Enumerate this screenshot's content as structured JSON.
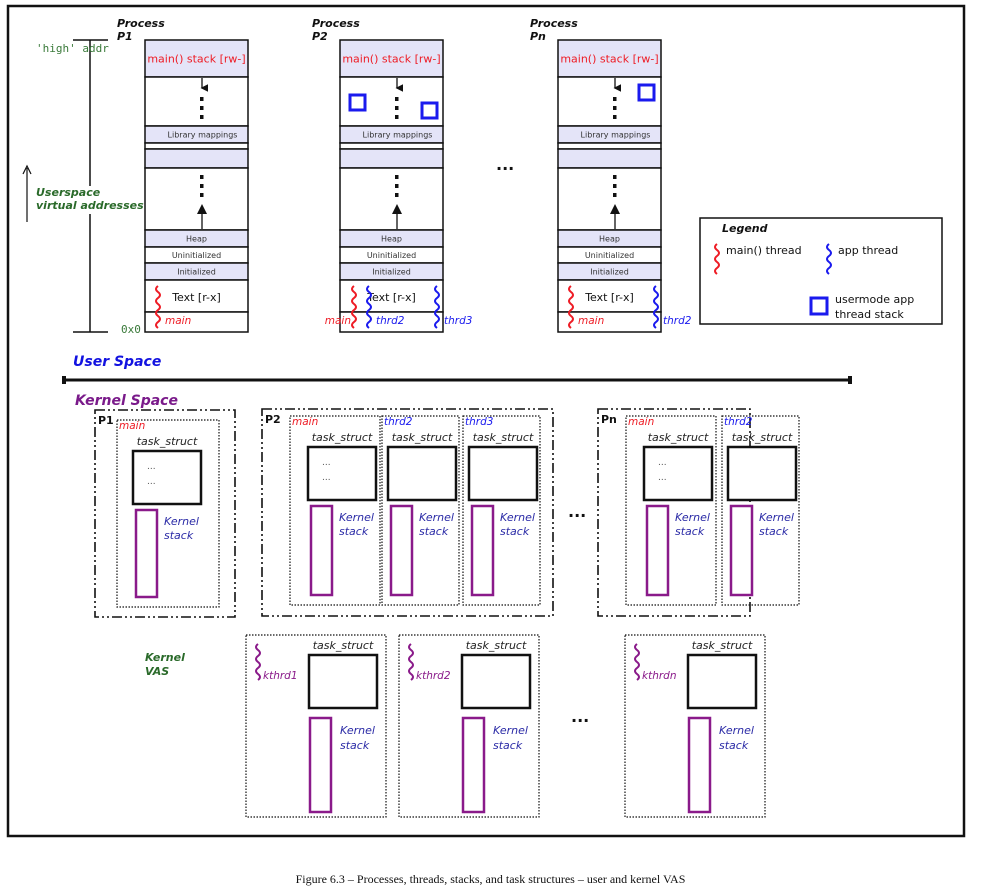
{
  "colors": {
    "segment_fill": "#e4e4f8",
    "main_thread": "#ee1c25",
    "app_thread": "#1a1aee",
    "kernel_thread": "#8a1a8a",
    "kernel_stack": "#8a1a8a",
    "user_space_label": "#1212e0",
    "kernel_space_label": "#7a1a8a",
    "green_labels": "#2a6a2a"
  },
  "address_axis": {
    "high_label": "'high' addr",
    "low_label": "0x0",
    "axis_label_line1": "Userspace",
    "axis_label_line2": "virtual addresses"
  },
  "user_processes": [
    {
      "title_line1": "Process",
      "title_line2": "P1",
      "stack_label": "main() stack [rw-]",
      "library_label": "Library mappings",
      "heap_label": "Heap",
      "uninit_label": "Uninitialized",
      "init_label": "Initialized",
      "text_label": "Text [r-x]",
      "threads": [
        {
          "name": "main",
          "kind": "main"
        }
      ],
      "usermode_stacks": 0
    },
    {
      "title_line1": "Process",
      "title_line2": "P2",
      "stack_label": "main() stack [rw-]",
      "library_label": "Library mappings",
      "heap_label": "Heap",
      "uninit_label": "Uninitialized",
      "init_label": "Initialized",
      "text_label": "Text [r-x]",
      "threads": [
        {
          "name": "main",
          "kind": "main"
        },
        {
          "name": "thrd2",
          "kind": "app"
        },
        {
          "name": "thrd3",
          "kind": "app"
        }
      ],
      "usermode_stacks": 2
    },
    {
      "title_line1": "Process",
      "title_line2": "Pn",
      "stack_label": "main() stack [rw-]",
      "library_label": "Library mappings",
      "heap_label": "Heap",
      "uninit_label": "Uninitialized",
      "init_label": "Initialized",
      "text_label": "Text [r-x]",
      "threads": [
        {
          "name": "main",
          "kind": "main"
        },
        {
          "name": "thrd2",
          "kind": "app"
        }
      ],
      "usermode_stacks": 1
    }
  ],
  "ellipsis": "...",
  "legend": {
    "title": "Legend",
    "main_thread": "main() thread",
    "app_thread": "app thread",
    "stack_line1": "usermode app",
    "stack_line2": "thread stack"
  },
  "regions": {
    "user_space": "User Space",
    "kernel_space": "Kernel Space",
    "kernel_vas_line1": "Kernel",
    "kernel_vas_line2": "VAS"
  },
  "kernel_processes": [
    {
      "label": "P1",
      "threads": [
        {
          "name": "main",
          "kind": "main",
          "task_label": "task_struct",
          "stack_line1": "Kernel",
          "stack_line2": "stack",
          "has_dots": true
        }
      ]
    },
    {
      "label": "P2",
      "threads": [
        {
          "name": "main",
          "kind": "main",
          "task_label": "task_struct",
          "stack_line1": "Kernel",
          "stack_line2": "stack",
          "has_dots": true
        },
        {
          "name": "thrd2",
          "kind": "app",
          "task_label": "task_struct",
          "stack_line1": "Kernel",
          "stack_line2": "stack",
          "has_dots": false
        },
        {
          "name": "thrd3",
          "kind": "app",
          "task_label": "task_struct",
          "stack_line1": "Kernel",
          "stack_line2": "stack",
          "has_dots": false
        }
      ]
    },
    {
      "label": "Pn",
      "threads": [
        {
          "name": "main",
          "kind": "main",
          "task_label": "task_struct",
          "stack_line1": "Kernel",
          "stack_line2": "stack",
          "has_dots": true
        },
        {
          "name": "thrd2",
          "kind": "app",
          "task_label": "task_struct",
          "stack_line1": "Kernel",
          "stack_line2": "stack",
          "has_dots": false
        }
      ]
    }
  ],
  "kernel_threads": [
    {
      "name": "kthrd1",
      "task_label": "task_struct",
      "stack_line1": "Kernel",
      "stack_line2": "stack"
    },
    {
      "name": "kthrd2",
      "task_label": "task_struct",
      "stack_line1": "Kernel",
      "stack_line2": "stack"
    },
    {
      "name": "kthrdn",
      "task_label": "task_struct",
      "stack_line1": "Kernel",
      "stack_line2": "stack"
    }
  ],
  "task_dots": "...",
  "caption": "Figure 6.3 – Processes, threads, stacks, and task structures – user and kernel VAS"
}
